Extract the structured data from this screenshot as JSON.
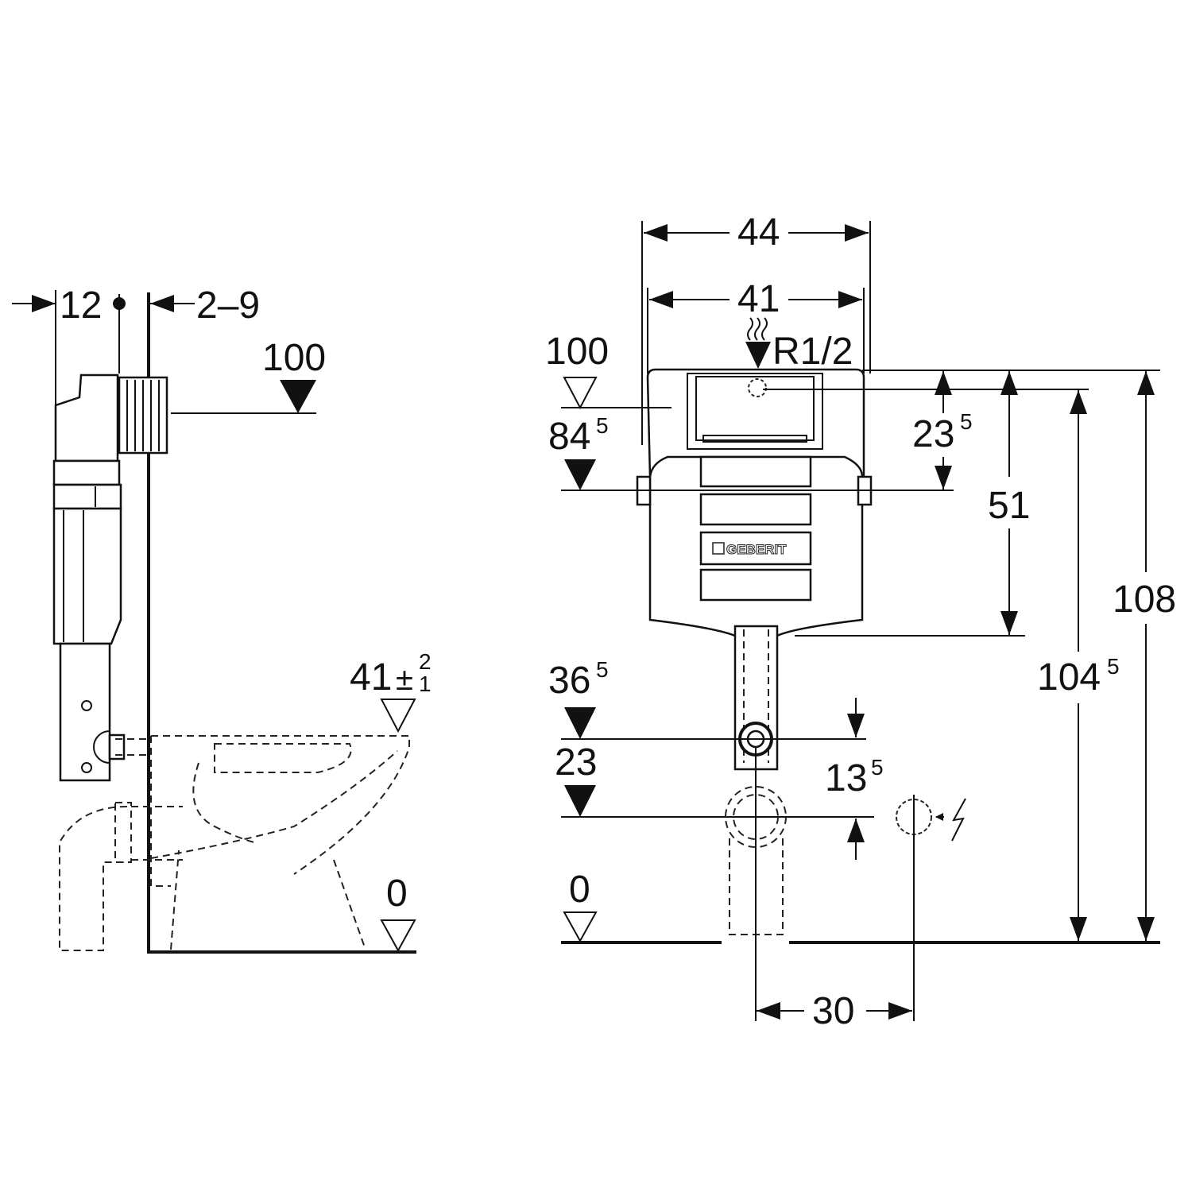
{
  "side_view": {
    "dim_depth": "12",
    "dim_wall_gap": "2–9",
    "level_top": "100",
    "level_seat": "41",
    "level_seat_tolerance_sign": "±",
    "level_seat_tolerance_upper": "2",
    "level_seat_tolerance_lower": "1",
    "level_floor": "0"
  },
  "front_view": {
    "dim_outer_width": "44",
    "dim_inner_width": "41",
    "water_connection": "R1/2",
    "level_top": "100",
    "level_overflow": "84",
    "level_overflow_sup": "5",
    "dim_connection_offset": "23",
    "dim_connection_offset_sup": "5",
    "dim_cistern_height": "51",
    "dim_total_height": "108",
    "dim_connection_height": "104",
    "dim_connection_height_sup": "5",
    "level_flush_outlet": "36",
    "level_flush_outlet_sup": "5",
    "level_drain": "23",
    "dim_outlet_spacing": "13",
    "dim_outlet_spacing_sup": "5",
    "level_floor": "0",
    "dim_power_offset": "30",
    "brand_logo": "GEBERIT"
  }
}
